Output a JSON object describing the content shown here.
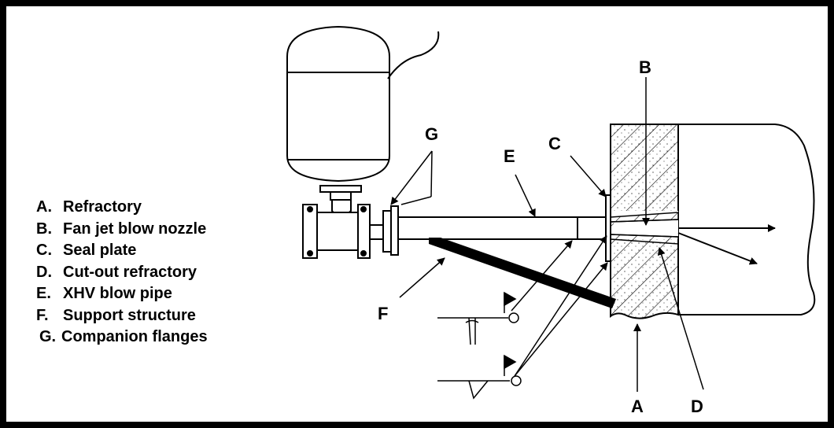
{
  "legend": [
    {
      "letter": "A.",
      "text": "Refractory"
    },
    {
      "letter": "B.",
      "text": "Fan jet blow nozzle"
    },
    {
      "letter": "C.",
      "text": "Seal plate"
    },
    {
      "letter": "D.",
      "text": "Cut-out refractory"
    },
    {
      "letter": "E.",
      "text": "XHV blow pipe"
    },
    {
      "letter": "F.",
      "text": "Support structure"
    },
    {
      "letter": "G.",
      "text": "Companion flanges"
    }
  ],
  "callouts": {
    "a": "A",
    "b": "B",
    "c": "C",
    "d": "D",
    "e": "E",
    "f": "F",
    "g": "G"
  },
  "colors": {
    "line": "#000000",
    "background": "#ffffff"
  }
}
